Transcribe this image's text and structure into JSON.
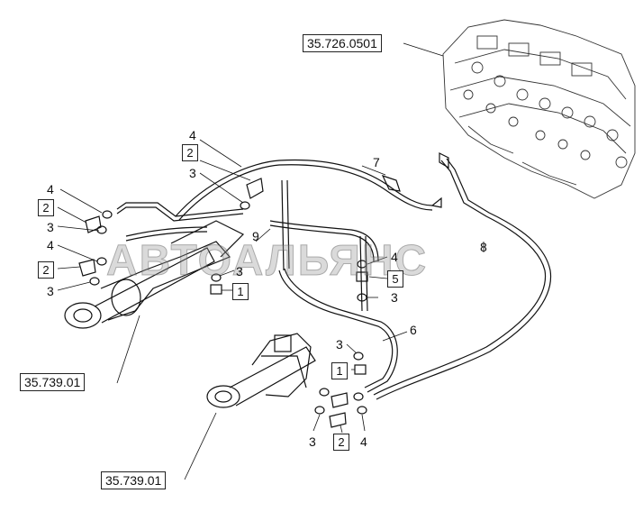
{
  "references": {
    "valve_ref": "35.726.0501",
    "cylinder_ref_upper": "35.739.01",
    "cylinder_ref_lower": "35.739.01"
  },
  "callouts": {
    "c4_top": "4",
    "c2_top": "2",
    "c3_top": "3",
    "c7": "7",
    "c9": "9",
    "c4_left1": "4",
    "c2_left1": "2",
    "c3_left1": "3",
    "c4_left2": "4",
    "c2_left2": "2",
    "c3_left2": "3",
    "c3_mid": "3",
    "c1_mid": "1",
    "c8": "8",
    "c4_right": "4",
    "c5": "5",
    "c3_right": "3",
    "c6": "6",
    "c3_low": "3",
    "c1_low": "1",
    "c3_bottom": "3",
    "c2_bottom": "2",
    "c4_bottom": "4"
  },
  "watermark": "АВТОАЛЬЯНС"
}
